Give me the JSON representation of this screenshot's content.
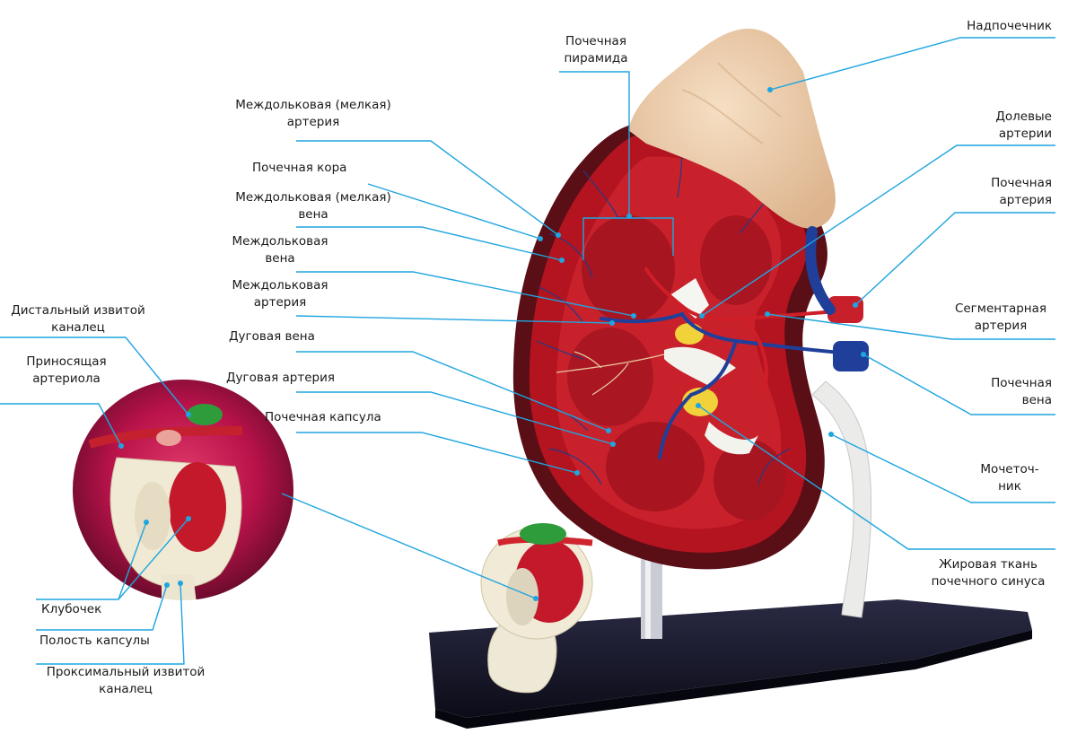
{
  "colors": {
    "leader": "#1fa5df",
    "text": "#1a1a1a",
    "kidney": "#c01a24",
    "cortex": "#a8121c",
    "vein": "#1f3f9a",
    "adrenal": "#f1d2b0",
    "base": "#15152a"
  },
  "labels": {
    "pyramid": [
      "Почечная",
      "пирамида"
    ],
    "interlobular_artery": [
      "Междольковая (мелкая)",
      "артерия"
    ],
    "cortex": [
      "Почечная кора"
    ],
    "interlobular_vein": [
      "Междольковая (мелкая)",
      "вена"
    ],
    "interlobar_vein": [
      "Междольковая",
      "вена"
    ],
    "interlobar_artery": [
      "Междольковая",
      "артерия"
    ],
    "arcuate_vein": [
      "Дуговая вена"
    ],
    "arcuate_artery": [
      "Дуговая артерия"
    ],
    "capsule": [
      "Почечная капсула"
    ],
    "adrenal": [
      "Надпочечник"
    ],
    "lobar_arteries": [
      "Долевые",
      "артерии"
    ],
    "renal_artery": [
      "Почечная",
      "артерия"
    ],
    "segmental_artery": [
      "Сегментарная",
      "артерия"
    ],
    "renal_vein": [
      "Почечная",
      "вена"
    ],
    "ureter": [
      "Мочеточ-",
      "ник"
    ],
    "sinus_fat": [
      "Жировая ткань",
      "почечного синуса"
    ],
    "distal_tubule": [
      "Дистальный извитой",
      "каналец"
    ],
    "afferent_arteriole": [
      "Приносящая",
      "артериола"
    ],
    "glomerulus": [
      "Клубочек"
    ],
    "capsule_cavity": [
      "Полость капсулы"
    ],
    "proximal_tubule": [
      "Проксимальный извитой",
      "каналец"
    ]
  }
}
